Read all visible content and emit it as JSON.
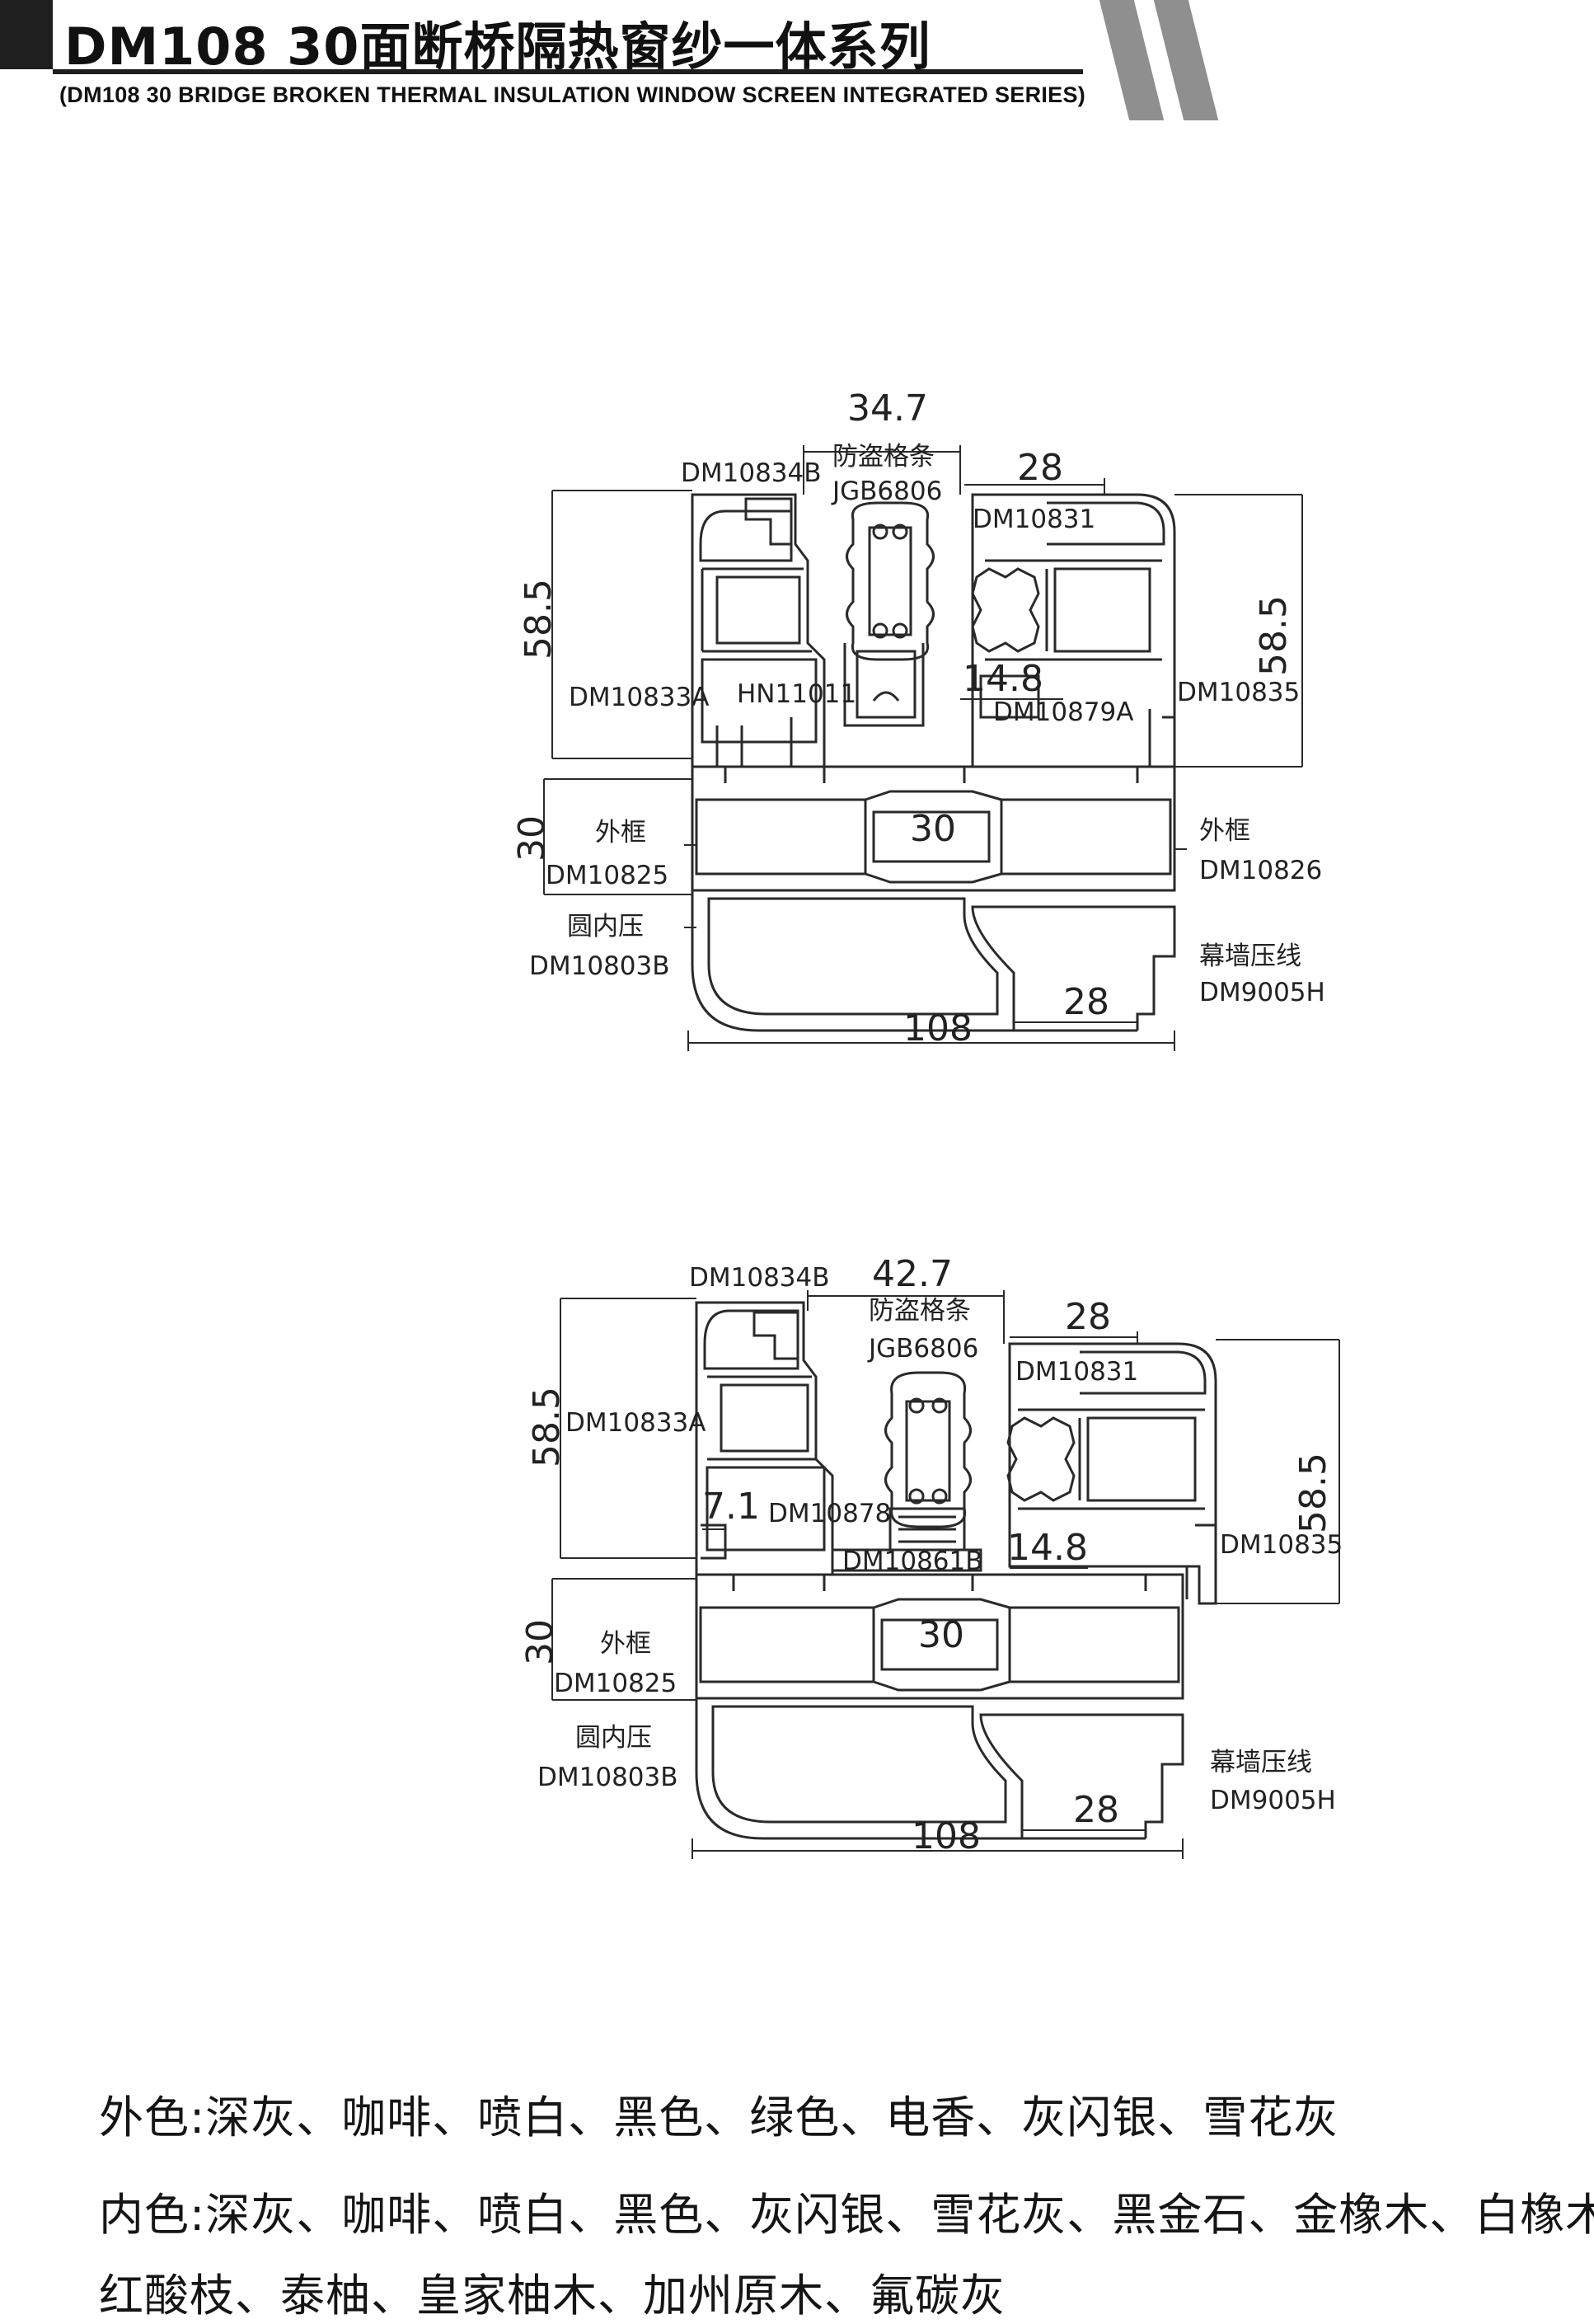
{
  "header": {
    "title": "DM108  30面断桥隔热窗纱一体系列",
    "subtitle": "(DM108 30 BRIDGE BROKEN THERMAL INSULATION WINDOW SCREEN INTEGRATED SERIES)"
  },
  "diagram1": {
    "dims": {
      "top_width": "34.7",
      "right_top": "28",
      "left_height": "58.5",
      "right_height": "58.5",
      "mid_thick": "14.8",
      "frame_height": "30",
      "center_30": "30",
      "bottom_28": "28",
      "total_width": "108"
    },
    "labels": {
      "dm10834b": "DM10834B",
      "anti_theft": "防盗格条",
      "jgb6806": "JGB6806",
      "dm10831": "DM10831",
      "dm10833a": "DM10833A",
      "hn11011": "HN11011",
      "dm10879a": "DM10879A",
      "dm10835": "DM10835",
      "outer_frame_l": "外框",
      "dm10825": "DM10825",
      "outer_frame_r": "外框",
      "dm10826": "DM10826",
      "round_bead": "圆内压",
      "dm10803b": "DM10803B",
      "curtain_bead": "幕墙压线",
      "dm9005h": "DM9005H"
    }
  },
  "diagram2": {
    "dims": {
      "top_width": "42.7",
      "right_top": "28",
      "left_height": "58.5",
      "right_height": "58.5",
      "small_71": "7.1",
      "mid_thick": "14.8",
      "frame_height": "30",
      "center_30": "30",
      "bottom_28": "28",
      "total_width": "108"
    },
    "labels": {
      "dm10834b": "DM10834B",
      "anti_theft": "防盗格条",
      "jgb6806": "JGB6806",
      "dm10831": "DM10831",
      "dm10833a": "DM10833A",
      "dm10878": "DM10878",
      "dm10861b": "DM10861B",
      "dm10835": "DM10835",
      "outer_frame": "外框",
      "dm10825": "DM10825",
      "round_bead": "圆内压",
      "dm10803b": "DM10803B",
      "curtain_bead": "幕墙压线",
      "dm9005h": "DM9005H"
    }
  },
  "colors_info": {
    "outer": "外色:深灰、咖啡、喷白、黑色、绿色、电香、灰闪银、雪花灰",
    "inner_line1": "内色:深灰、咖啡、喷白、黑色、灰闪银、雪花灰、黑金石、金橡木、白橡木、",
    "inner_line2": "红酸枝、泰柚、皇家柚木、加州原木、氟碳灰"
  },
  "style": {
    "stroke": "#2a2a2a",
    "accent": "#1f1f1f",
    "stripe": "#8f8f8f"
  }
}
